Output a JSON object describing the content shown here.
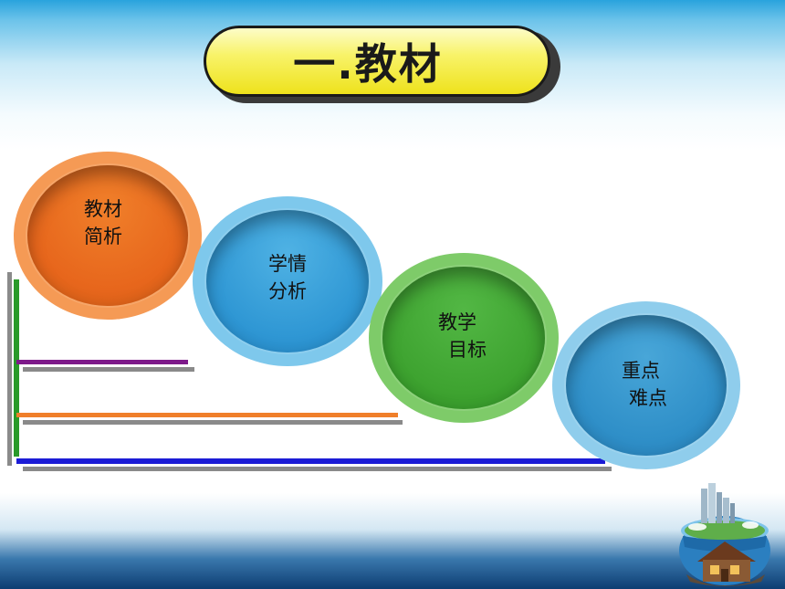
{
  "title": "一.教材",
  "circles": [
    {
      "line1": "教材",
      "line2": "简析",
      "color": "#f07f2a"
    },
    {
      "line1": "学情",
      "line2": "分析",
      "color": "#2f97d4"
    },
    {
      "line1": "教学",
      "line2": "目标",
      "color": "#3ea330"
    },
    {
      "line1": "重点",
      "line2": "难点",
      "color": "#2f8fc8"
    }
  ],
  "bar_colors": {
    "purple": "#7e1a8a",
    "orange": "#f07f2a",
    "blue": "#1c1cd6",
    "green": "#2a9a2a",
    "gray": "#8a8a8a"
  },
  "decoration": "globe-house-city-icon"
}
